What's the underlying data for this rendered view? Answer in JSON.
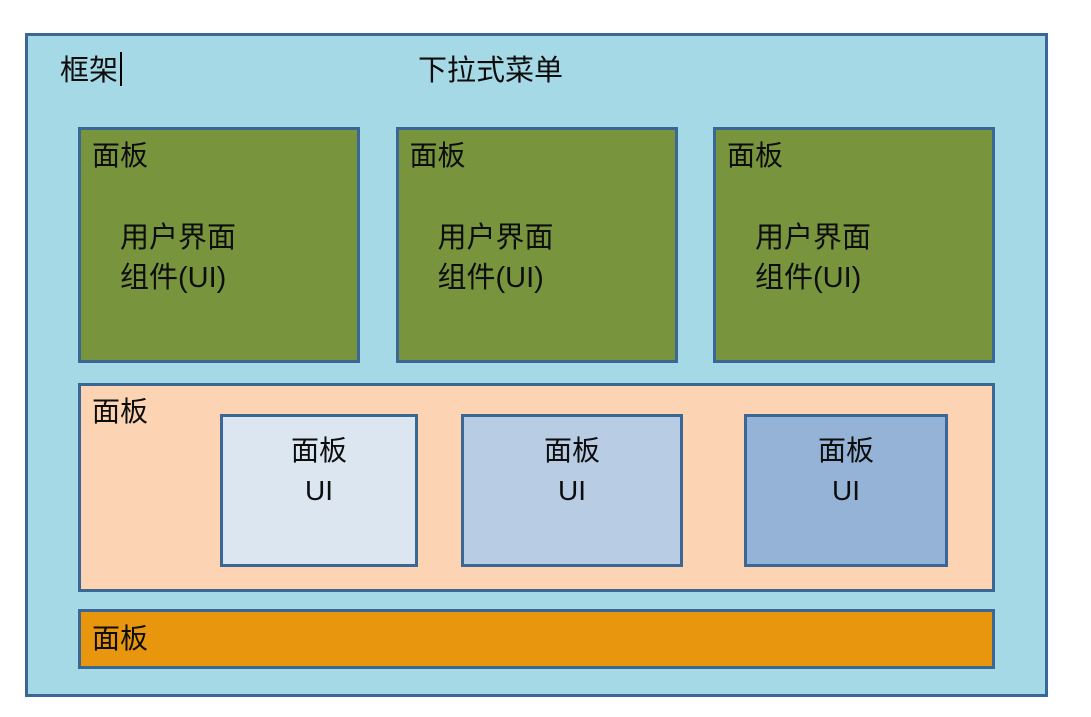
{
  "colors": {
    "canvas_background": "#ffffff",
    "frame_fill": "#a6d9e6",
    "panel_border": "#3a6795",
    "green_panel_fill": "#78943d",
    "container_panel_fill": "#fcd4b3",
    "bottom_panel_fill": "#e8960e",
    "sub_panel_fills": [
      "#dce6f1",
      "#b8cce4",
      "#95b3d7"
    ],
    "text": "#0d0d0d"
  },
  "frame": {
    "label": "框架",
    "menu_label": "下拉式菜单"
  },
  "ui_panels": [
    {
      "label": "面板",
      "content_line1": "用户界面",
      "content_line2": "组件(UI)"
    },
    {
      "label": "面板",
      "content_line1": "用户界面",
      "content_line2": "组件(UI)"
    },
    {
      "label": "面板",
      "content_line1": "用户界面",
      "content_line2": "组件(UI)"
    }
  ],
  "container_panel": {
    "label": "面板",
    "sub_panels": [
      {
        "line1": "面板",
        "line2": "UI",
        "fill": "#dce6f1"
      },
      {
        "line1": "面板",
        "line2": "UI",
        "fill": "#b8cce4"
      },
      {
        "line1": "面板",
        "line2": "UI",
        "fill": "#95b3d7"
      }
    ]
  },
  "bottom_panel": {
    "label": "面板"
  }
}
